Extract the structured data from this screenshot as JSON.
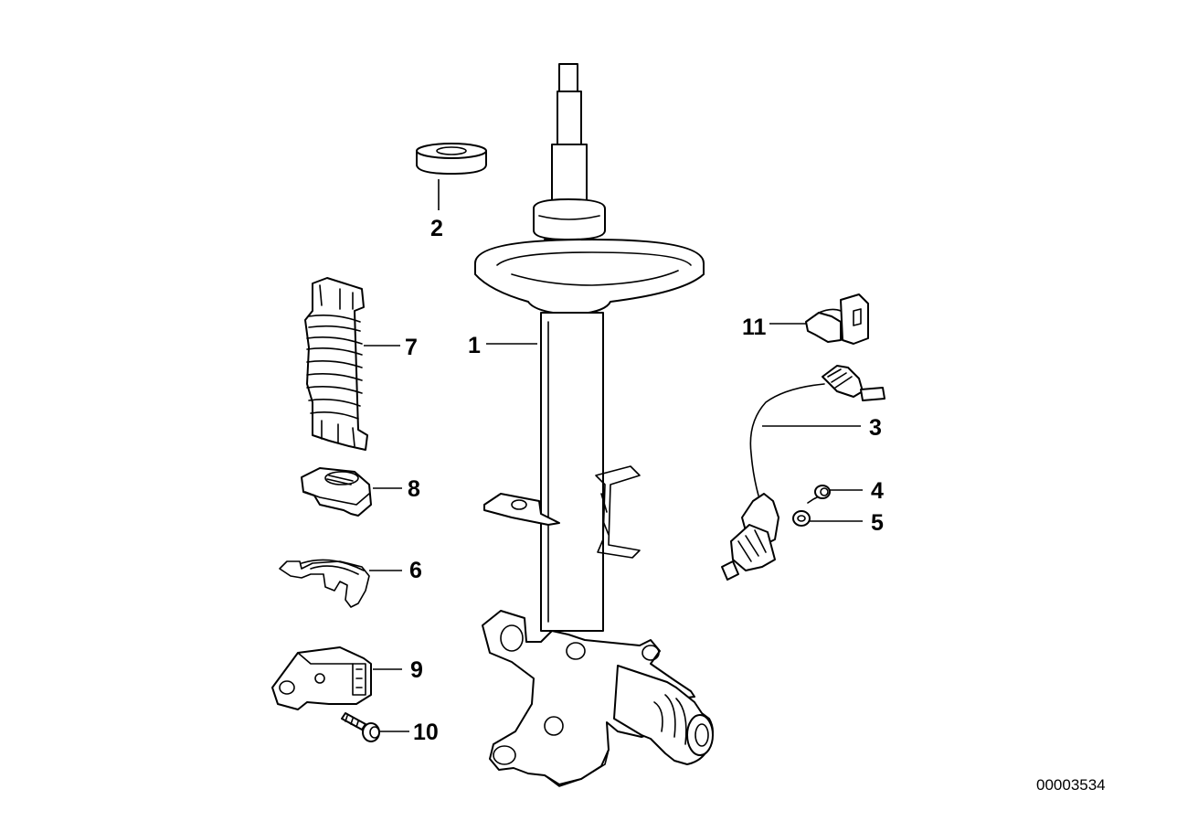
{
  "callouts": {
    "c1": "1",
    "c2": "2",
    "c3": "3",
    "c4": "4",
    "c5": "5",
    "c6": "6",
    "c7": "7",
    "c8": "8",
    "c9": "9",
    "c10": "10",
    "c11": "11"
  },
  "diagram_id": "00003534",
  "colors": {
    "line": "#000000",
    "background": "#ffffff"
  }
}
